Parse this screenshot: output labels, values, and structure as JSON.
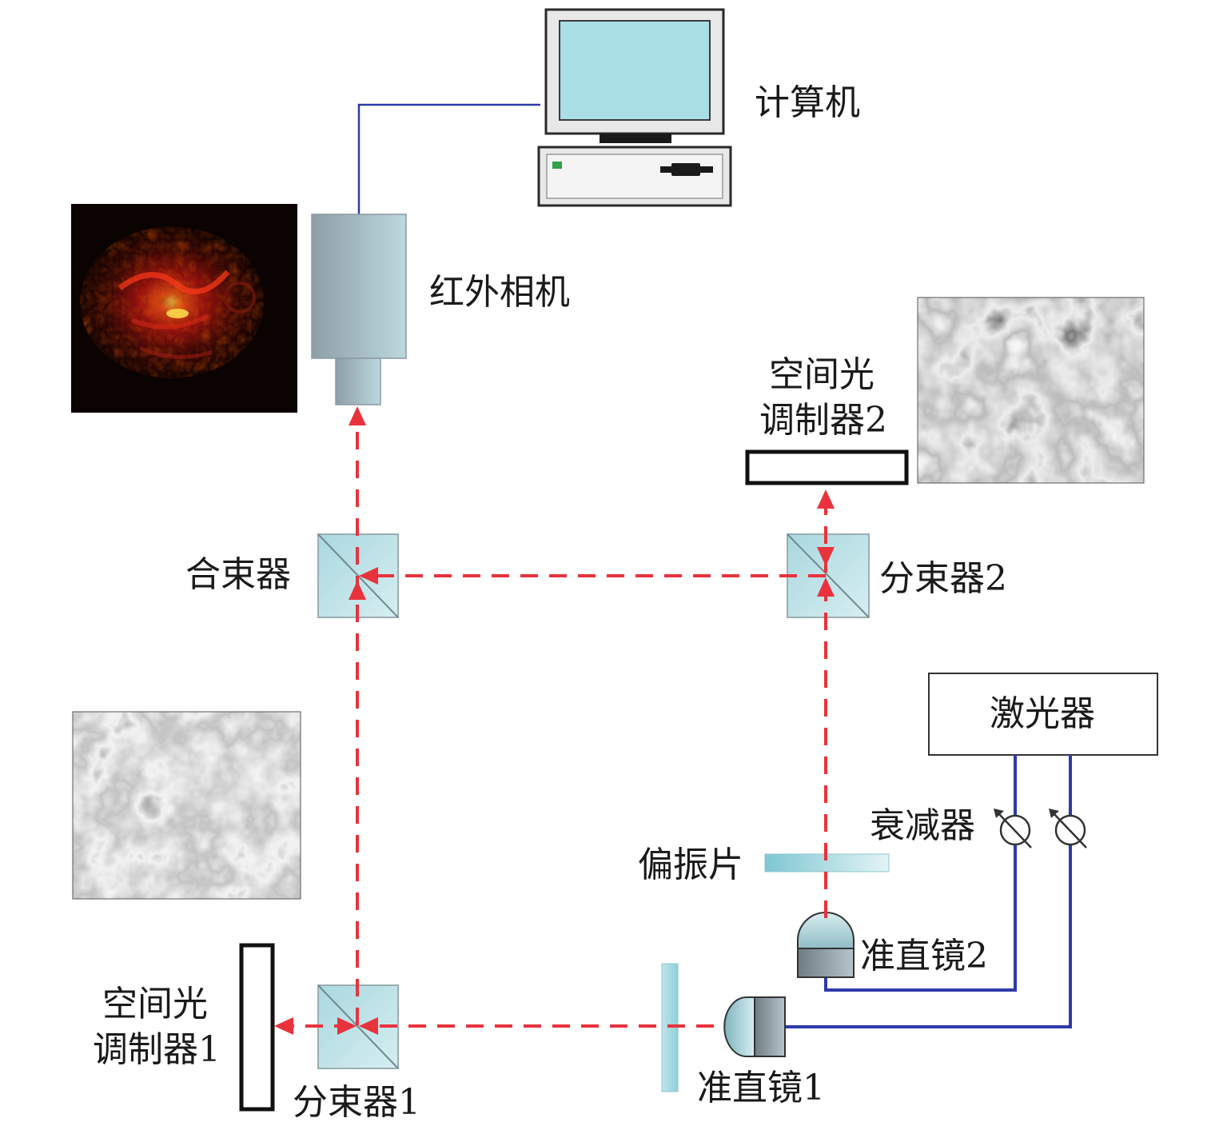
{
  "labels": {
    "computer": "计算机",
    "ir_camera": "红外相机",
    "slm2_line1": "空间光",
    "slm2_line2": "调制器2",
    "combiner": "合束器",
    "bs2": "分束器2",
    "laser": "激光器",
    "attenuator": "衰减器",
    "polarizer": "偏振片",
    "collimator2": "准直镜2",
    "slm1_line1": "空间光",
    "slm1_line2": "调制器1",
    "bs1": "分束器1",
    "collimator1": "准直镜1"
  },
  "colors": {
    "beam": "#e8333c",
    "cable": "#2e3aa8",
    "cube_fill": "#b9dfe4",
    "screen": "#aadfe6"
  }
}
